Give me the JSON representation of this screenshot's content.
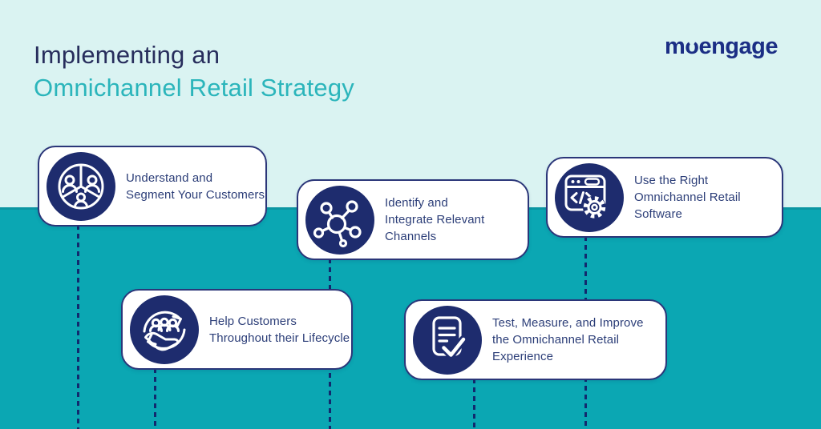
{
  "header": {
    "title_line1": "Implementing an",
    "title_line2": "Omnichannel Retail Strategy",
    "logo_m": "m",
    "logo_o": "o",
    "logo_rest": "engage"
  },
  "colors": {
    "background_top": "#daf3f2",
    "background_bottom": "#0ba7b3",
    "title_navy": "#272d5c",
    "title_teal": "#2bb5bb",
    "logo_navy": "#1b2e85",
    "card_border_navy": "#2b3679",
    "icon_circle_navy": "#1e2c6e",
    "card_text_navy": "#2c3e78",
    "connector_navy": "#12296e",
    "icon_stroke": "#ffffff"
  },
  "cards": [
    {
      "icon": "segmented-customers-icon",
      "line1": "Understand and",
      "line2": "Segment Your Customers"
    },
    {
      "icon": "network-channels-icon",
      "line1": "Identify and",
      "line2": "Integrate Relevant Channels"
    },
    {
      "icon": "software-code-gear-icon",
      "line1": "Use the Right",
      "line2": "Omnichannel Retail Software"
    },
    {
      "icon": "lifecycle-hand-icon",
      "line1": "Help Customers",
      "line2": "Throughout their Lifecycle"
    },
    {
      "icon": "checklist-document-icon",
      "line1": "Test, Measure, and Improve",
      "line2": "the Omnichannel Retail Experience"
    }
  ]
}
